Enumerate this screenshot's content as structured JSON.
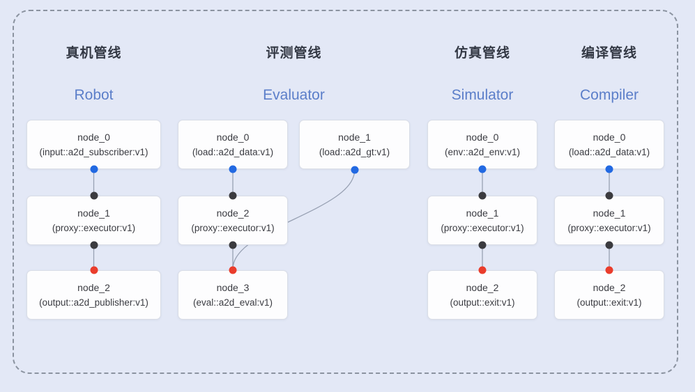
{
  "figure": {
    "description": "Four pipeline node graphs inside a dashed frame"
  },
  "pipelines": [
    {
      "title_zh": "真机管线",
      "title_en": "Robot",
      "nodes": [
        {
          "line1": "node_0",
          "line2": "(input::a2d_subscriber:v1)"
        },
        {
          "line1": "node_1",
          "line2": "(proxy::executor:v1)"
        },
        {
          "line1": "node_2",
          "line2": "(output::a2d_publisher:v1)"
        }
      ]
    },
    {
      "title_zh": "评测管线",
      "title_en": "Evaluator",
      "nodes": [
        {
          "line1": "node_0",
          "line2": "(load::a2d_data:v1)"
        },
        {
          "line1": "node_1",
          "line2": "(load::a2d_gt:v1)"
        },
        {
          "line1": "node_2",
          "line2": "(proxy::executor:v1)"
        },
        {
          "line1": "node_3",
          "line2": "(eval::a2d_eval:v1)"
        }
      ]
    },
    {
      "title_zh": "仿真管线",
      "title_en": "Simulator",
      "nodes": [
        {
          "line1": "node_0",
          "line2": "(env::a2d_env:v1)"
        },
        {
          "line1": "node_1",
          "line2": "(proxy::executor:v1)"
        },
        {
          "line1": "node_2",
          "line2": "(output::exit:v1)"
        }
      ]
    },
    {
      "title_zh": "编译管线",
      "title_en": "Compiler",
      "nodes": [
        {
          "line1": "node_0",
          "line2": "(load::a2d_data:v1)"
        },
        {
          "line1": "node_1",
          "line2": "(proxy::executor:v1)"
        },
        {
          "line1": "node_2",
          "line2": "(output::exit:v1)"
        }
      ]
    }
  ],
  "edges": [
    {
      "pipeline": "Robot",
      "from": "node_0",
      "to": "node_1"
    },
    {
      "pipeline": "Robot",
      "from": "node_1",
      "to": "node_2"
    },
    {
      "pipeline": "Evaluator",
      "from": "node_0",
      "to": "node_2"
    },
    {
      "pipeline": "Evaluator",
      "from": "node_1",
      "to": "node_3"
    },
    {
      "pipeline": "Evaluator",
      "from": "node_2",
      "to": "node_3"
    },
    {
      "pipeline": "Simulator",
      "from": "node_0",
      "to": "node_1"
    },
    {
      "pipeline": "Simulator",
      "from": "node_1",
      "to": "node_2"
    },
    {
      "pipeline": "Compiler",
      "from": "node_0",
      "to": "node_1"
    },
    {
      "pipeline": "Compiler",
      "from": "node_1",
      "to": "node_2"
    }
  ],
  "colors": {
    "background": "#e3e8f6",
    "frame_dash": "#8b93a0",
    "card_bg": "#fdfdfe",
    "card_border": "#d9dde6",
    "title_zh": "#333844",
    "title_en": "#5b7ec9",
    "node_text": "#3a3b41",
    "wire": "#98a1b3",
    "input_port": "#2269e2",
    "internal_port": "#3b3b3f",
    "output_port": "#ea3d2c"
  }
}
